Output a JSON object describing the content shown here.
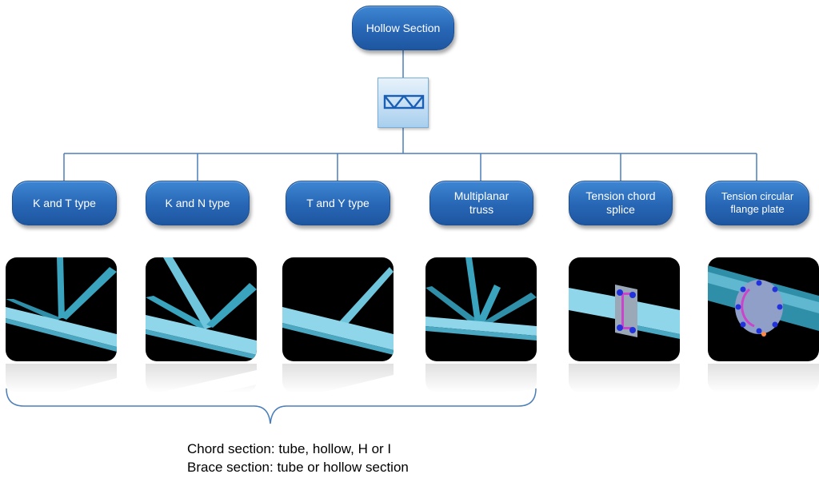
{
  "root": {
    "label": "Hollow Section",
    "icon": "truss-icon"
  },
  "colors": {
    "node_fill": "#2766b5",
    "node_border": "#1b4f92",
    "connector": "#4a7ebb",
    "member_light": "#8fd6ea",
    "member_dark": "#2f8fa8"
  },
  "types": [
    {
      "label": "K and T type",
      "icon": "k-t-joint-render"
    },
    {
      "label": "K and N type",
      "icon": "k-n-joint-render"
    },
    {
      "label": "T and Y type",
      "icon": "t-y-joint-render"
    },
    {
      "label": "Multiplanar truss",
      "icon": "multiplanar-joint-render"
    },
    {
      "label": "Tension chord splice",
      "icon": "chord-splice-render"
    },
    {
      "label": "Tension circular flange plate",
      "icon": "flange-plate-render"
    }
  ],
  "notes": {
    "chord": "Chord section: tube, hollow, H or I",
    "brace": "Brace section: tube or hollow section"
  }
}
